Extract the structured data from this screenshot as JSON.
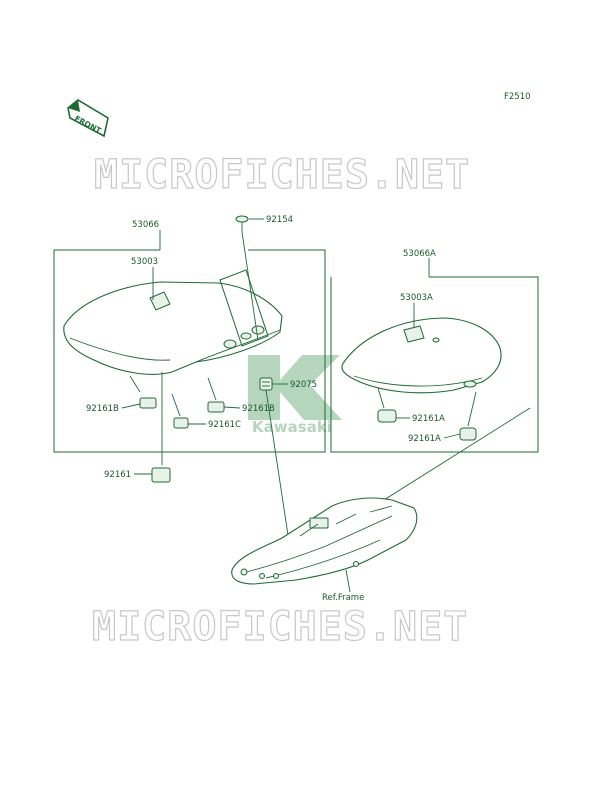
{
  "figure_code": "F2510",
  "front_badge": "FRONT",
  "watermark": "MICROFICHES.NET",
  "brand_logo": "Kawasaki",
  "parts": {
    "p53066": "53066",
    "p53003": "53003",
    "p92154": "92154",
    "p53066a": "53066A",
    "p53003a": "53003A",
    "p92075": "92075",
    "p92161b_left": "92161B",
    "p92161b_center": "92161B",
    "p92161c": "92161C",
    "p92161a_1": "92161A",
    "p92161a_2": "92161A",
    "p92161": "92161",
    "ref_frame": "Ref.Frame"
  },
  "colors": {
    "line": "#1f6b33",
    "label": "#1a5a2a",
    "watermark": "#c8c8c8"
  }
}
